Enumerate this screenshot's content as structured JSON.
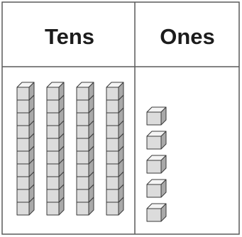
{
  "headers": {
    "tens": "Tens",
    "ones": "Ones"
  },
  "model": {
    "tens_rods": 4,
    "ones_cubes": 5,
    "cubes_per_rod": 10
  },
  "colors": {
    "line": "#5a5a5a",
    "cube_front": "#dcdcdc",
    "cube_top": "#f4f4f4",
    "cube_side": "#a9a9a9",
    "cube_edge": "#3a3a3a"
  },
  "icons": {
    "rod": "ten-rod-block",
    "cube": "unit-cube-block"
  }
}
